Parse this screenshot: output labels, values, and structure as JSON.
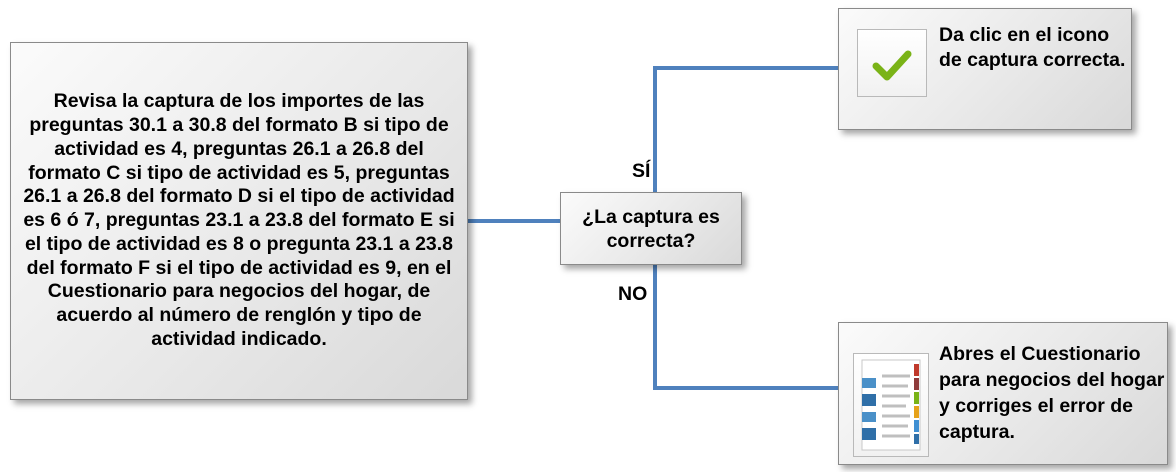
{
  "main_box": {
    "text": "Revisa la captura de los importes de las preguntas 30.1 a 30.8 del formato B si tipo de actividad es 4, preguntas 26.1 a 26.8 del formato C si tipo de actividad es 5, preguntas 26.1 a 26.8 del formato D si el tipo de actividad es 6 ó 7, preguntas 23.1 a 23.8 del formato E si el tipo de actividad es 8 o pregunta 23.1 a 23.8 del formato F si el tipo de actividad es 9, en el Cuestionario para negocios del hogar, de acuerdo al número de renglón y tipo de actividad indicado."
  },
  "decision": {
    "text": "¿La captura es correcta?"
  },
  "branches": {
    "yes_label": "SÍ",
    "no_label": "NO"
  },
  "yes_box": {
    "text": "Da clic en el icono de captura correcta.",
    "icon": "checkmark-icon"
  },
  "no_box": {
    "text": "Abres el Cuestionario para negocios del hogar y corriges el error de captura.",
    "icon": "questionnaire-document-icon"
  },
  "colors": {
    "connector": "#4f81bd",
    "check": "#7ab317"
  }
}
